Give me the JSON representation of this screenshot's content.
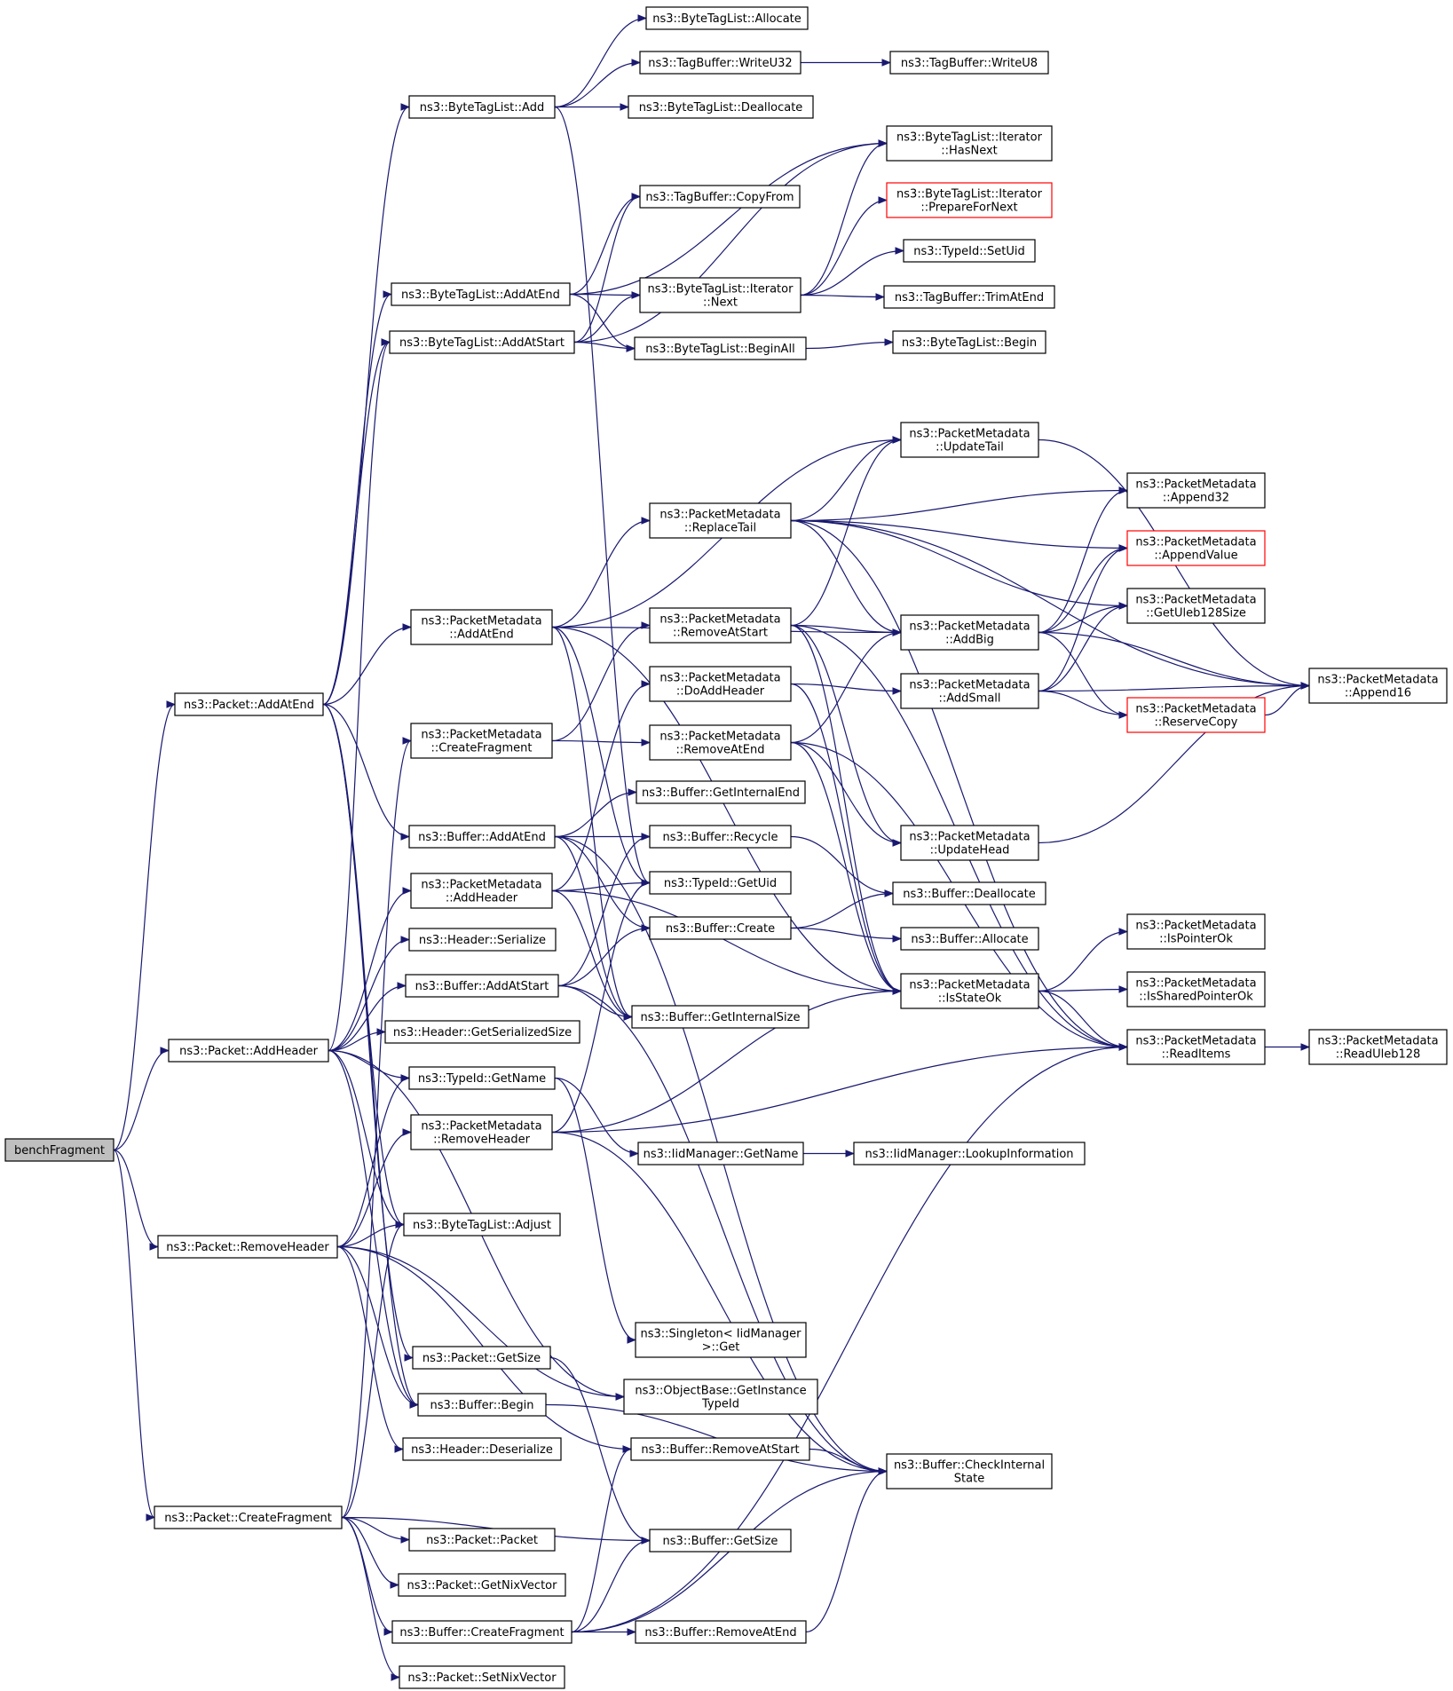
{
  "diagram": {
    "type": "call-graph",
    "edge_color": "#191970",
    "root_fill": "#bfbfbf",
    "truncated_border": "#ff0000",
    "nodes": [
      {
        "id": "benchFragment",
        "label": [
          "benchFragment"
        ],
        "root": true
      },
      {
        "id": "P_AddAtEnd",
        "label": [
          "ns3::Packet::AddAtEnd"
        ]
      },
      {
        "id": "P_AddHeader",
        "label": [
          "ns3::Packet::AddHeader"
        ]
      },
      {
        "id": "P_RemoveHeader",
        "label": [
          "ns3::Packet::RemoveHeader"
        ]
      },
      {
        "id": "P_CreateFragment",
        "label": [
          "ns3::Packet::CreateFragment"
        ]
      },
      {
        "id": "BTL_Add",
        "label": [
          "ns3::ByteTagList::Add"
        ]
      },
      {
        "id": "BTL_AddAtEnd",
        "label": [
          "ns3::ByteTagList::AddAtEnd"
        ]
      },
      {
        "id": "BTL_AddAtStart",
        "label": [
          "ns3::ByteTagList::AddAtStart"
        ]
      },
      {
        "id": "PM_AddAtEnd",
        "label": [
          "ns3::PacketMetadata",
          "::AddAtEnd"
        ]
      },
      {
        "id": "PM_CreateFragment",
        "label": [
          "ns3::PacketMetadata",
          "::CreateFragment"
        ]
      },
      {
        "id": "B_AddAtEnd",
        "label": [
          "ns3::Buffer::AddAtEnd"
        ]
      },
      {
        "id": "PM_AddHeader",
        "label": [
          "ns3::PacketMetadata",
          "::AddHeader"
        ]
      },
      {
        "id": "H_Serialize",
        "label": [
          "ns3::Header::Serialize"
        ]
      },
      {
        "id": "B_AddAtStart",
        "label": [
          "ns3::Buffer::AddAtStart"
        ]
      },
      {
        "id": "H_GetSerializedSize",
        "label": [
          "ns3::Header::GetSerializedSize"
        ]
      },
      {
        "id": "T_GetName",
        "label": [
          "ns3::TypeId::GetName"
        ]
      },
      {
        "id": "PM_RemoveHeader",
        "label": [
          "ns3::PacketMetadata",
          "::RemoveHeader"
        ]
      },
      {
        "id": "BTL_Adjust",
        "label": [
          "ns3::ByteTagList::Adjust"
        ]
      },
      {
        "id": "P_GetSize",
        "label": [
          "ns3::Packet::GetSize"
        ]
      },
      {
        "id": "B_Begin",
        "label": [
          "ns3::Buffer::Begin"
        ]
      },
      {
        "id": "H_Deserialize",
        "label": [
          "ns3::Header::Deserialize"
        ]
      },
      {
        "id": "P_Packet",
        "label": [
          "ns3::Packet::Packet"
        ]
      },
      {
        "id": "P_GetNixVector",
        "label": [
          "ns3::Packet::GetNixVector"
        ]
      },
      {
        "id": "B_CreateFragment",
        "label": [
          "ns3::Buffer::CreateFragment"
        ]
      },
      {
        "id": "P_SetNixVector",
        "label": [
          "ns3::Packet::SetNixVector"
        ]
      },
      {
        "id": "BTL_Allocate",
        "label": [
          "ns3::ByteTagList::Allocate"
        ]
      },
      {
        "id": "TB_WriteU32",
        "label": [
          "ns3::TagBuffer::WriteU32"
        ]
      },
      {
        "id": "BTL_Deallocate",
        "label": [
          "ns3::ByteTagList::Deallocate"
        ]
      },
      {
        "id": "TB_CopyFrom",
        "label": [
          "ns3::TagBuffer::CopyFrom"
        ]
      },
      {
        "id": "BTLI_Next",
        "label": [
          "ns3::ByteTagList::Iterator",
          "::Next"
        ]
      },
      {
        "id": "BTL_BeginAll",
        "label": [
          "ns3::ByteTagList::BeginAll"
        ]
      },
      {
        "id": "PM_ReplaceTail",
        "label": [
          "ns3::PacketMetadata",
          "::ReplaceTail"
        ]
      },
      {
        "id": "PM_RemoveAtStart",
        "label": [
          "ns3::PacketMetadata",
          "::RemoveAtStart"
        ]
      },
      {
        "id": "PM_DoAddHeader",
        "label": [
          "ns3::PacketMetadata",
          "::DoAddHeader"
        ]
      },
      {
        "id": "PM_RemoveAtEnd",
        "label": [
          "ns3::PacketMetadata",
          "::RemoveAtEnd"
        ]
      },
      {
        "id": "B_GetInternalEnd",
        "label": [
          "ns3::Buffer::GetInternalEnd"
        ]
      },
      {
        "id": "B_Recycle",
        "label": [
          "ns3::Buffer::Recycle"
        ]
      },
      {
        "id": "T_GetUid",
        "label": [
          "ns3::TypeId::GetUid"
        ]
      },
      {
        "id": "B_Create",
        "label": [
          "ns3::Buffer::Create"
        ]
      },
      {
        "id": "B_GetInternalSize",
        "label": [
          "ns3::Buffer::GetInternalSize"
        ]
      },
      {
        "id": "IM_GetName",
        "label": [
          "ns3::IidManager::GetName"
        ]
      },
      {
        "id": "S_Get",
        "label": [
          "ns3::Singleton< IidManager",
          ">::Get"
        ]
      },
      {
        "id": "OB_GetInstanceTypeId",
        "label": [
          "ns3::ObjectBase::GetInstance",
          "TypeId"
        ]
      },
      {
        "id": "B_RemoveAtStart",
        "label": [
          "ns3::Buffer::RemoveAtStart"
        ]
      },
      {
        "id": "B_GetSize",
        "label": [
          "ns3::Buffer::GetSize"
        ]
      },
      {
        "id": "B_RemoveAtEnd",
        "label": [
          "ns3::Buffer::RemoveAtEnd"
        ]
      },
      {
        "id": "TB_WriteU8",
        "label": [
          "ns3::TagBuffer::WriteU8"
        ]
      },
      {
        "id": "BTLI_HasNext",
        "label": [
          "ns3::ByteTagList::Iterator",
          "::HasNext"
        ]
      },
      {
        "id": "BTLI_PrepareForNext",
        "label": [
          "ns3::ByteTagList::Iterator",
          "::PrepareForNext"
        ],
        "truncated": true
      },
      {
        "id": "T_SetUid",
        "label": [
          "ns3::TypeId::SetUid"
        ]
      },
      {
        "id": "TB_TrimAtEnd",
        "label": [
          "ns3::TagBuffer::TrimAtEnd"
        ]
      },
      {
        "id": "BTL_Begin",
        "label": [
          "ns3::ByteTagList::Begin"
        ]
      },
      {
        "id": "PM_UpdateTail",
        "label": [
          "ns3::PacketMetadata",
          "::UpdateTail"
        ]
      },
      {
        "id": "PM_AddBig",
        "label": [
          "ns3::PacketMetadata",
          "::AddBig"
        ]
      },
      {
        "id": "PM_AddSmall",
        "label": [
          "ns3::PacketMetadata",
          "::AddSmall"
        ]
      },
      {
        "id": "PM_UpdateHead",
        "label": [
          "ns3::PacketMetadata",
          "::UpdateHead"
        ]
      },
      {
        "id": "B_Deallocate",
        "label": [
          "ns3::Buffer::Deallocate"
        ]
      },
      {
        "id": "B_Allocate",
        "label": [
          "ns3::Buffer::Allocate"
        ]
      },
      {
        "id": "PM_IsStateOk",
        "label": [
          "ns3::PacketMetadata",
          "::IsStateOk"
        ]
      },
      {
        "id": "IM_LookupInformation",
        "label": [
          "ns3::IidManager::LookupInformation"
        ]
      },
      {
        "id": "B_CheckInternalState",
        "label": [
          "ns3::Buffer::CheckInternal",
          "State"
        ]
      },
      {
        "id": "PM_Append32",
        "label": [
          "ns3::PacketMetadata",
          "::Append32"
        ]
      },
      {
        "id": "PM_AppendValue",
        "label": [
          "ns3::PacketMetadata",
          "::AppendValue"
        ],
        "truncated": true
      },
      {
        "id": "PM_GetUleb128Size",
        "label": [
          "ns3::PacketMetadata",
          "::GetUleb128Size"
        ]
      },
      {
        "id": "PM_ReserveCopy",
        "label": [
          "ns3::PacketMetadata",
          "::ReserveCopy"
        ],
        "truncated": true
      },
      {
        "id": "PM_IsPointerOk",
        "label": [
          "ns3::PacketMetadata",
          "::IsPointerOk"
        ]
      },
      {
        "id": "PM_IsSharedPointerOk",
        "label": [
          "ns3::PacketMetadata",
          "::IsSharedPointerOk"
        ]
      },
      {
        "id": "PM_ReadItems",
        "label": [
          "ns3::PacketMetadata",
          "::ReadItems"
        ]
      },
      {
        "id": "PM_Append16",
        "label": [
          "ns3::PacketMetadata",
          "::Append16"
        ]
      },
      {
        "id": "PM_ReadUleb128",
        "label": [
          "ns3::PacketMetadata",
          "::ReadUleb128"
        ]
      }
    ],
    "edges": [
      [
        "benchFragment",
        "P_AddAtEnd"
      ],
      [
        "benchFragment",
        "P_AddHeader"
      ],
      [
        "benchFragment",
        "P_RemoveHeader"
      ],
      [
        "benchFragment",
        "P_CreateFragment"
      ],
      [
        "P_AddAtEnd",
        "BTL_Add"
      ],
      [
        "P_AddAtEnd",
        "BTL_AddAtEnd"
      ],
      [
        "P_AddAtEnd",
        "BTL_AddAtStart"
      ],
      [
        "P_AddAtEnd",
        "PM_AddAtEnd"
      ],
      [
        "P_AddAtEnd",
        "B_AddAtEnd"
      ],
      [
        "P_AddAtEnd",
        "BTL_Adjust"
      ],
      [
        "P_AddAtEnd",
        "P_GetSize"
      ],
      [
        "P_AddAtEnd",
        "B_Begin"
      ],
      [
        "P_AddHeader",
        "BTL_AddAtStart"
      ],
      [
        "P_AddHeader",
        "PM_AddHeader"
      ],
      [
        "P_AddHeader",
        "H_Serialize"
      ],
      [
        "P_AddHeader",
        "B_AddAtStart"
      ],
      [
        "P_AddHeader",
        "H_GetSerializedSize"
      ],
      [
        "P_AddHeader",
        "T_GetName"
      ],
      [
        "P_AddHeader",
        "BTL_Adjust"
      ],
      [
        "P_AddHeader",
        "B_Begin"
      ],
      [
        "P_AddHeader",
        "OB_GetInstanceTypeId"
      ],
      [
        "P_RemoveHeader",
        "T_GetName"
      ],
      [
        "P_RemoveHeader",
        "PM_RemoveHeader"
      ],
      [
        "P_RemoveHeader",
        "BTL_Adjust"
      ],
      [
        "P_RemoveHeader",
        "B_Begin"
      ],
      [
        "P_RemoveHeader",
        "H_Deserialize"
      ],
      [
        "P_RemoveHeader",
        "OB_GetInstanceTypeId"
      ],
      [
        "P_RemoveHeader",
        "B_RemoveAtStart"
      ],
      [
        "P_CreateFragment",
        "PM_CreateFragment"
      ],
      [
        "P_CreateFragment",
        "BTL_Adjust"
      ],
      [
        "P_CreateFragment",
        "P_Packet"
      ],
      [
        "P_CreateFragment",
        "P_GetNixVector"
      ],
      [
        "P_CreateFragment",
        "B_CreateFragment"
      ],
      [
        "P_CreateFragment",
        "P_SetNixVector"
      ],
      [
        "P_CreateFragment",
        "B_GetSize"
      ],
      [
        "BTL_Add",
        "BTL_Allocate"
      ],
      [
        "BTL_Add",
        "TB_WriteU32"
      ],
      [
        "BTL_Add",
        "BTL_Deallocate"
      ],
      [
        "BTL_Add",
        "T_GetUid"
      ],
      [
        "BTL_AddAtEnd",
        "BTLI_HasNext"
      ],
      [
        "BTL_AddAtEnd",
        "TB_CopyFrom"
      ],
      [
        "BTL_AddAtEnd",
        "BTLI_Next"
      ],
      [
        "BTL_AddAtEnd",
        "BTL_BeginAll"
      ],
      [
        "BTL_AddAtStart",
        "TB_CopyFrom"
      ],
      [
        "BTL_AddAtStart",
        "BTLI_HasNext"
      ],
      [
        "BTL_AddAtStart",
        "BTLI_Next"
      ],
      [
        "BTL_AddAtStart",
        "BTL_BeginAll"
      ],
      [
        "TB_WriteU32",
        "TB_WriteU8"
      ],
      [
        "BTLI_Next",
        "BTLI_HasNext"
      ],
      [
        "BTLI_Next",
        "BTLI_PrepareForNext"
      ],
      [
        "BTLI_Next",
        "T_SetUid"
      ],
      [
        "BTLI_Next",
        "TB_TrimAtEnd"
      ],
      [
        "BTL_BeginAll",
        "BTL_Begin"
      ],
      [
        "PM_AddAtEnd",
        "PM_UpdateTail"
      ],
      [
        "PM_AddAtEnd",
        "PM_ReplaceTail"
      ],
      [
        "PM_AddAtEnd",
        "PM_AddBig"
      ],
      [
        "PM_AddAtEnd",
        "T_GetUid"
      ],
      [
        "PM_AddAtEnd",
        "PM_IsStateOk"
      ],
      [
        "PM_AddAtEnd",
        "B_GetInternalSize"
      ],
      [
        "PM_CreateFragment",
        "PM_RemoveAtStart"
      ],
      [
        "PM_CreateFragment",
        "PM_RemoveAtEnd"
      ],
      [
        "PM_ReplaceTail",
        "PM_UpdateTail"
      ],
      [
        "PM_ReplaceTail",
        "PM_Append16"
      ],
      [
        "PM_ReplaceTail",
        "PM_Append32"
      ],
      [
        "PM_ReplaceTail",
        "PM_AppendValue"
      ],
      [
        "PM_ReplaceTail",
        "PM_GetUleb128Size"
      ],
      [
        "PM_ReplaceTail",
        "PM_AddBig"
      ],
      [
        "PM_ReplaceTail",
        "PM_ReadItems"
      ],
      [
        "PM_RemoveAtStart",
        "PM_UpdateTail"
      ],
      [
        "PM_RemoveAtStart",
        "PM_AddBig"
      ],
      [
        "PM_RemoveAtStart",
        "PM_UpdateHead"
      ],
      [
        "PM_RemoveAtStart",
        "PM_IsStateOk"
      ],
      [
        "PM_RemoveAtStart",
        "PM_ReadItems"
      ],
      [
        "PM_DoAddHeader",
        "PM_AddSmall"
      ],
      [
        "PM_DoAddHeader",
        "PM_IsStateOk"
      ],
      [
        "PM_RemoveAtEnd",
        "PM_AddBig"
      ],
      [
        "PM_RemoveAtEnd",
        "PM_UpdateHead"
      ],
      [
        "PM_RemoveAtEnd",
        "PM_IsStateOk"
      ],
      [
        "PM_RemoveAtEnd",
        "PM_ReadItems"
      ],
      [
        "PM_UpdateTail",
        "PM_Append16"
      ],
      [
        "PM_AddBig",
        "PM_Append32"
      ],
      [
        "PM_AddBig",
        "PM_AppendValue"
      ],
      [
        "PM_AddBig",
        "PM_GetUleb128Size"
      ],
      [
        "PM_AddBig",
        "PM_ReserveCopy"
      ],
      [
        "PM_AddBig",
        "PM_Append16"
      ],
      [
        "PM_AddSmall",
        "PM_AppendValue"
      ],
      [
        "PM_AddSmall",
        "PM_GetUleb128Size"
      ],
      [
        "PM_AddSmall",
        "PM_ReserveCopy"
      ],
      [
        "PM_AddSmall",
        "PM_Append16"
      ],
      [
        "PM_ReserveCopy",
        "PM_Append16"
      ],
      [
        "PM_UpdateHead",
        "PM_Append16"
      ],
      [
        "PM_IsStateOk",
        "PM_IsPointerOk"
      ],
      [
        "PM_IsStateOk",
        "PM_IsSharedPointerOk"
      ],
      [
        "PM_IsStateOk",
        "PM_ReadItems"
      ],
      [
        "PM_ReadItems",
        "PM_ReadUleb128"
      ],
      [
        "B_AddAtEnd",
        "B_GetInternalEnd"
      ],
      [
        "B_AddAtEnd",
        "B_Recycle"
      ],
      [
        "B_AddAtEnd",
        "B_Create"
      ],
      [
        "B_AddAtEnd",
        "B_GetInternalSize"
      ],
      [
        "B_AddAtEnd",
        "B_CheckInternalState"
      ],
      [
        "PM_AddHeader",
        "PM_DoAddHeader"
      ],
      [
        "PM_AddHeader",
        "T_GetUid"
      ],
      [
        "PM_AddHeader",
        "PM_IsStateOk"
      ],
      [
        "PM_AddHeader",
        "B_GetInternalSize"
      ],
      [
        "B_Recycle",
        "B_Deallocate"
      ],
      [
        "B_Create",
        "B_Deallocate"
      ],
      [
        "B_Create",
        "B_Allocate"
      ],
      [
        "B_AddAtStart",
        "B_Recycle"
      ],
      [
        "B_AddAtStart",
        "B_Create"
      ],
      [
        "B_AddAtStart",
        "B_GetInternalSize"
      ],
      [
        "B_AddAtStart",
        "B_CheckInternalState"
      ],
      [
        "T_GetName",
        "IM_GetName"
      ],
      [
        "T_GetName",
        "S_Get"
      ],
      [
        "IM_GetName",
        "IM_LookupInformation"
      ],
      [
        "PM_RemoveHeader",
        "PM_IsStateOk"
      ],
      [
        "PM_RemoveHeader",
        "PM_ReadItems"
      ],
      [
        "PM_RemoveHeader",
        "T_GetUid"
      ],
      [
        "PM_RemoveHeader",
        "B_CheckInternalState"
      ],
      [
        "P_GetSize",
        "B_GetSize"
      ],
      [
        "B_Begin",
        "B_CheckInternalState"
      ],
      [
        "B_RemoveAtStart",
        "B_CheckInternalState"
      ],
      [
        "B_CreateFragment",
        "B_RemoveAtStart"
      ],
      [
        "B_CreateFragment",
        "B_RemoveAtEnd"
      ],
      [
        "B_CreateFragment",
        "B_GetSize"
      ],
      [
        "B_CreateFragment",
        "B_CheckInternalState"
      ],
      [
        "B_CreateFragment",
        "PM_ReadItems"
      ],
      [
        "B_RemoveAtEnd",
        "B_CheckInternalState"
      ]
    ]
  }
}
